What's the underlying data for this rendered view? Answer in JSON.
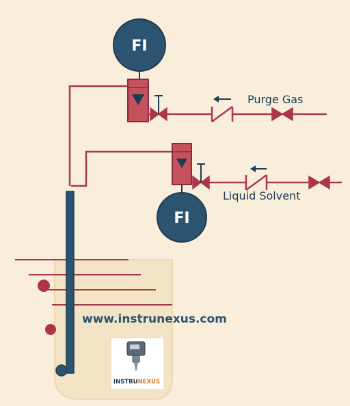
{
  "diagram": {
    "top_indicator": {
      "label": "FI"
    },
    "bottom_indicator": {
      "label": "FI"
    },
    "purge_gas_label": "Purge Gas",
    "liquid_solvent_label": "Liquid Solvent",
    "website": "www.instrunexus.com",
    "logo": {
      "text_prefix": "INSTRU",
      "text_suffix": "NEXUS"
    }
  },
  "colors": {
    "background": "#f8eedb",
    "tank_fill": "#f3e4c6",
    "pipe": "#a8384f",
    "rotameter": "#c4525c",
    "indicator": "#2c5470",
    "dip_tube": "#2c5470",
    "text": "#1e3b52",
    "logo_accent": "#e07a1f"
  }
}
